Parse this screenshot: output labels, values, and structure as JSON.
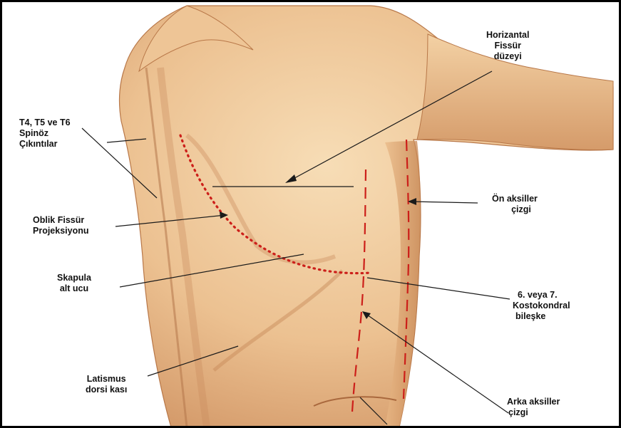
{
  "labels": {
    "horizontal_fissure": [
      "Horizantal",
      "Fissür",
      "düzeyi"
    ],
    "spinous": [
      "T4, T5 ve T6",
      "Spinöz",
      "Çıkıntılar"
    ],
    "oblique_fissure": [
      "Oblik Fissür",
      "Projeksiyonu"
    ],
    "scapula": [
      "Skapula",
      "alt ucu"
    ],
    "latissimus": [
      "Latismus",
      "dorsi kası"
    ],
    "anterior_axillary": [
      "Ön aksiller",
      "çizgi"
    ],
    "costochondral": [
      "6. veya 7.",
      "Kostokondral",
      "bileşke"
    ],
    "posterior_axillary": [
      "Arka aksiller",
      "çizgi"
    ]
  },
  "colors": {
    "skin_light": "#f4d3a8",
    "skin_mid": "#e2ae7a",
    "skin_shadow": "#c9895a",
    "skin_dark": "#a9683d",
    "projection_red": "#cc1f1a",
    "frame": "#000000"
  }
}
